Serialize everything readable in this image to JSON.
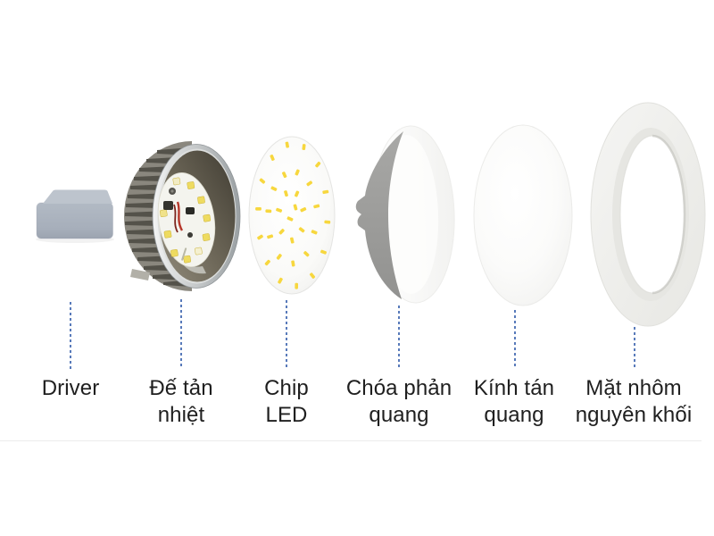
{
  "diagram": {
    "leader_color": "#3b63ae",
    "label_color": "#1f1f1f",
    "led_color": "#f7d73e",
    "background_color": "#ffffff",
    "parts": [
      {
        "id": "driver",
        "label": "Driver",
        "lines": [
          "Driver",
          ""
        ]
      },
      {
        "id": "heatsink",
        "label": "Đế tản nhiệt",
        "lines": [
          "Đế tản",
          "nhiệt"
        ]
      },
      {
        "id": "chip-led",
        "label": "Chip LED",
        "lines": [
          "Chip",
          "LED"
        ]
      },
      {
        "id": "reflector",
        "label": "Chóa phản quang",
        "lines": [
          "Chóa phản",
          "quang"
        ]
      },
      {
        "id": "diffuser",
        "label": "Kính tán quang",
        "lines": [
          "Kính tán",
          "quang"
        ]
      },
      {
        "id": "face-ring",
        "label": "Mặt nhôm nguyên khối",
        "lines": [
          "Mặt nhôm",
          "nguyên khối"
        ]
      }
    ]
  }
}
